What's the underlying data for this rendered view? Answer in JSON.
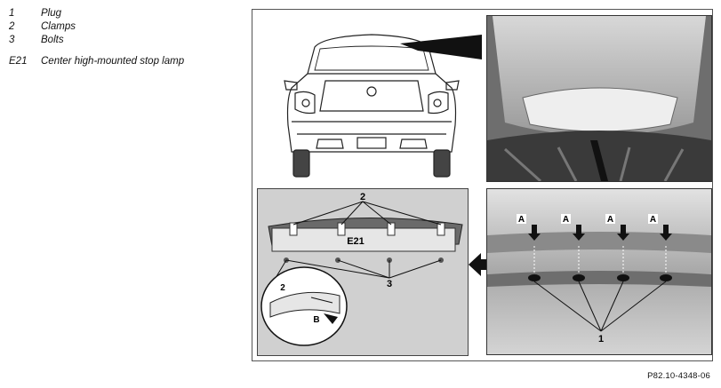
{
  "legend": {
    "items": [
      {
        "key": "1",
        "label": "Plug"
      },
      {
        "key": "2",
        "label": "Clamps"
      },
      {
        "key": "3",
        "label": "Bolts"
      }
    ],
    "component": {
      "key": "E21",
      "label": "Center high-mounted stop lamp"
    }
  },
  "figure": {
    "callouts": {
      "plug": "1",
      "clamps": "2",
      "bolts": "3",
      "lamp": "E21",
      "view_a": "A",
      "view_b": "B"
    },
    "reference": "P82.10-4348-06"
  }
}
